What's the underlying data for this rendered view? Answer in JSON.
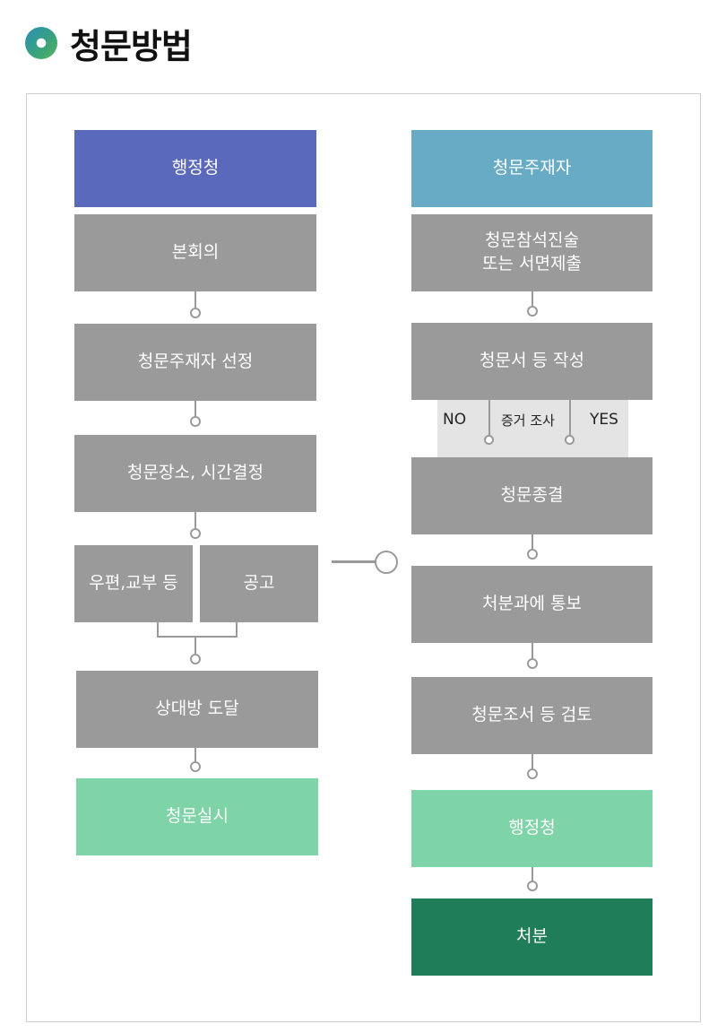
{
  "heading": {
    "title": "청문방법"
  },
  "left": {
    "agency": "행정청",
    "plenary": "본회의",
    "select_presider": "청문주재자 선정",
    "decide_place_time": "청문장소, 시간결정",
    "mail_delivery": "우편,교부 등",
    "announcement": "공고",
    "reach_party": "상대방 도달",
    "hold_hearing": "청문실시"
  },
  "right": {
    "presider": "청문주재자",
    "attend_statement_line1": "청문참석진술",
    "attend_statement_line2": "또는 서면제출",
    "write_record": "청문서 등 작성",
    "no_label": "NO",
    "evidence_label": "증거 조사",
    "yes_label": "YES",
    "conclude": "청문종결",
    "notify_dept": "처분과에 통보",
    "review_record": "청문조서 등 검토",
    "agency": "행정청",
    "disposition": "처분"
  },
  "colors": {
    "agency_blue": "#5b69bd",
    "presider_teal": "#67abc4",
    "step_gray": "#9a9a9a",
    "result_mint": "#7ed3a7",
    "disposition_green": "#1f7d57"
  }
}
